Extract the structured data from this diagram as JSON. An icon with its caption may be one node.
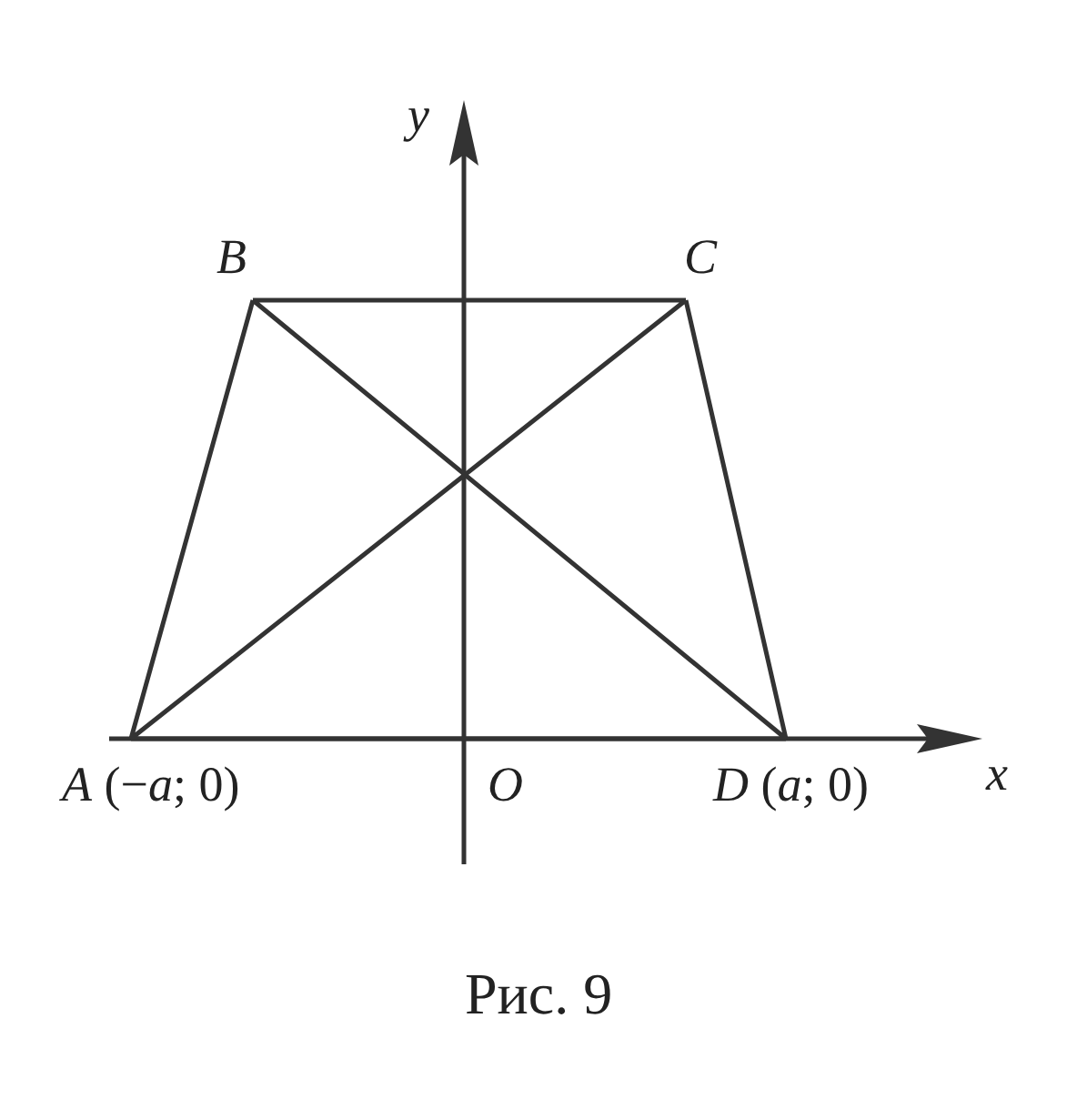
{
  "diagram": {
    "caption": "Рис. 9",
    "labels": [
      "*y*",
      "*B*",
      "*C*",
      "*A* (−*a*; 0)",
      "*O*",
      "*D* (*a*; 0)",
      "*x*"
    ]
  }
}
